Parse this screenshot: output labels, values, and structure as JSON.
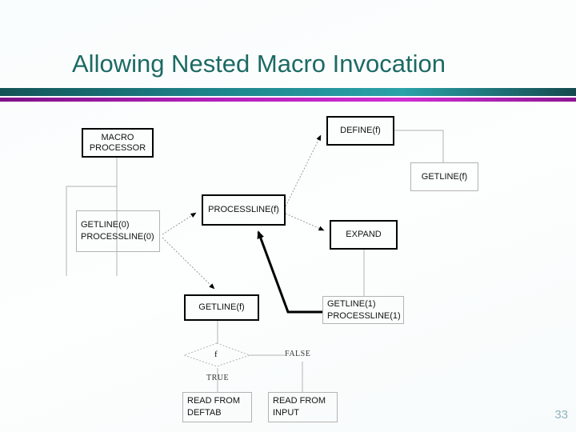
{
  "slide": {
    "title": "Allowing Nested Macro Invocation",
    "page_number": "33",
    "colors": {
      "title_text": "#1c6a64",
      "teal_bar": "#1d8289",
      "magenta_bar": "#b11fb7",
      "page_number_text": "#8fb4be",
      "box_border_strong": "#000000",
      "box_border_light": "#b3b3b3",
      "connector_gray": "#b3b3b3",
      "thick_arrow": "#000000"
    }
  },
  "diagram": {
    "macro_processor": {
      "line1": "MACRO",
      "line2": "PROCESSOR"
    },
    "define_f": {
      "label": "DEFINE(f)"
    },
    "getline_f_top": {
      "label": "GETLINE(f)"
    },
    "processline_f": {
      "label": "PROCESSLINE(f)"
    },
    "expand": {
      "label": "EXPAND"
    },
    "getline0": {
      "line1": "GETLINE(0)",
      "line2": "PROCESSLINE(0)"
    },
    "getline1": {
      "line1": "GETLINE(1)",
      "line2": "PROCESSLINE(1)"
    },
    "getline_f_bottom": {
      "label": "GETLINE(f)"
    },
    "condition": {
      "label": "f",
      "true_label": "TRUE",
      "false_label": "FALSE"
    },
    "read_deftab": {
      "line1": "READ FROM",
      "line2": "DEFTAB"
    },
    "read_input": {
      "line1": "READ FROM",
      "line2": "INPUT"
    }
  }
}
